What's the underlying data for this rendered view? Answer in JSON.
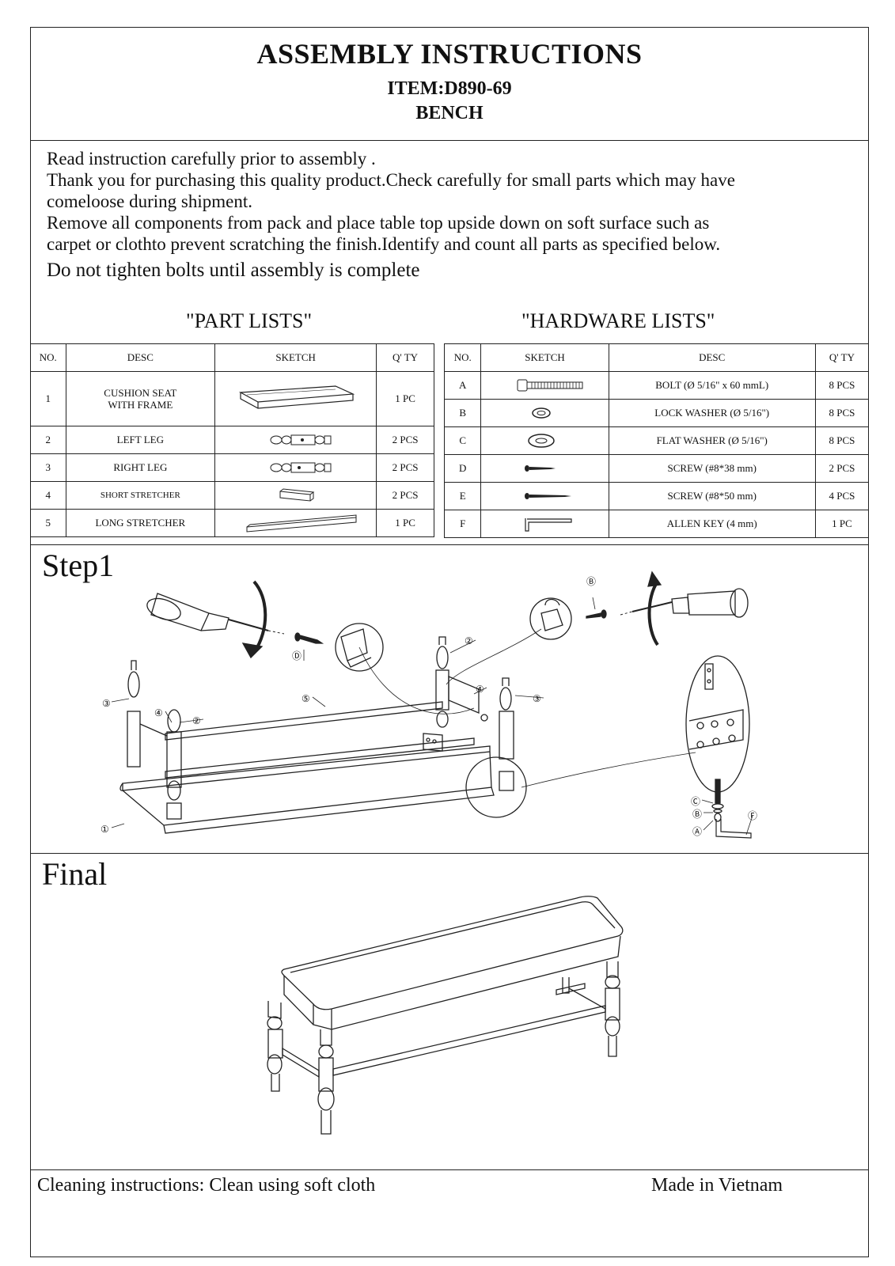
{
  "header": {
    "title": "ASSEMBLY INSTRUCTIONS",
    "item": "ITEM:D890-69",
    "product": "BENCH"
  },
  "intro": {
    "lines": [
      "Read instruction carefully prior to assembly .",
      "Thank you for purchasing this quality product.Check carefully for small parts which may have",
      "comeloose during shipment.",
      "Remove all components from pack and place table top upside down on soft surface such as",
      "carpet or clothto prevent scratching the finish.Identify and count all parts as specified below."
    ],
    "warning": "Do not tighten bolts until assembly is complete"
  },
  "part_list": {
    "heading": "\"PART LISTS\"",
    "headers": [
      "NO.",
      "DESC",
      "SKETCH",
      "Q' TY"
    ],
    "rows": [
      {
        "no": "1",
        "desc": "CUSHION SEAT WITH FRAME",
        "qty": "1 PC"
      },
      {
        "no": "2",
        "desc": "LEFT   LEG",
        "qty": "2 PCS"
      },
      {
        "no": "3",
        "desc": "RIGHT  LEG",
        "qty": "2 PCS"
      },
      {
        "no": "4",
        "desc": "SHORT STRETCHER",
        "qty": "2 PCS"
      },
      {
        "no": "5",
        "desc": "LONG STRETCHER",
        "qty": "1 PC"
      }
    ]
  },
  "hardware_list": {
    "heading": "\"HARDWARE LISTS\"",
    "headers": [
      "NO.",
      "SKETCH",
      "DESC",
      "Q' TY"
    ],
    "rows": [
      {
        "no": "A",
        "desc": "BOLT (Ø 5/16\" x 60 mmL)",
        "qty": "8 PCS"
      },
      {
        "no": "B",
        "desc": "LOCK WASHER (Ø 5/16\")",
        "qty": "8 PCS"
      },
      {
        "no": "C",
        "desc": "FLAT WASHER (Ø 5/16\")",
        "qty": "8 PCS"
      },
      {
        "no": "D",
        "desc": "SCREW (#8*38 mm)",
        "qty": "2 PCS"
      },
      {
        "no": "E",
        "desc": "SCREW (#8*50 mm)",
        "qty": "4 PCS"
      },
      {
        "no": "F",
        "desc": "ALLEN KEY (4 mm)",
        "qty": "1 PC"
      }
    ]
  },
  "steps": {
    "step1": "Step1",
    "final": "Final",
    "callouts": [
      "①",
      "②",
      "③",
      "④",
      "⑤",
      "Ⓐ",
      "Ⓑ",
      "Ⓒ",
      "Ⓓ",
      "Ⓕ"
    ]
  },
  "footer": {
    "cleaning": "Cleaning instructions: Clean using soft cloth",
    "origin": "Made in Vietnam"
  }
}
